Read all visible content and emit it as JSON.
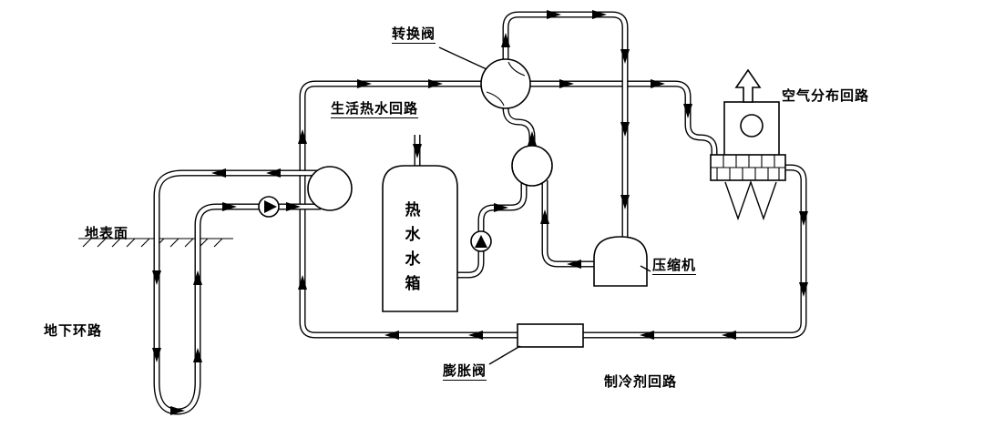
{
  "labels": {
    "reversing_valve": "转换阀",
    "domestic_hot_water_circuit": "生活热水回路",
    "hot_water_tank": "热水水箱",
    "ground_surface": "地表面",
    "underground_loop": "地下环路",
    "compressor": "压缩机",
    "air_distribution_circuit": "空气分布回路",
    "expansion_valve": "膨胀阀",
    "refrigerant_circuit": "制冷剂回路"
  },
  "icons": {
    "ground_loop_pump": "pump-triangle-right",
    "hot_water_pump": "pump-triangle-up",
    "air_flow": "hollow-arrow-up",
    "flow_marker": "solid-triangle-arrow"
  },
  "colors": {
    "line": "#000000",
    "background": "#ffffff"
  }
}
